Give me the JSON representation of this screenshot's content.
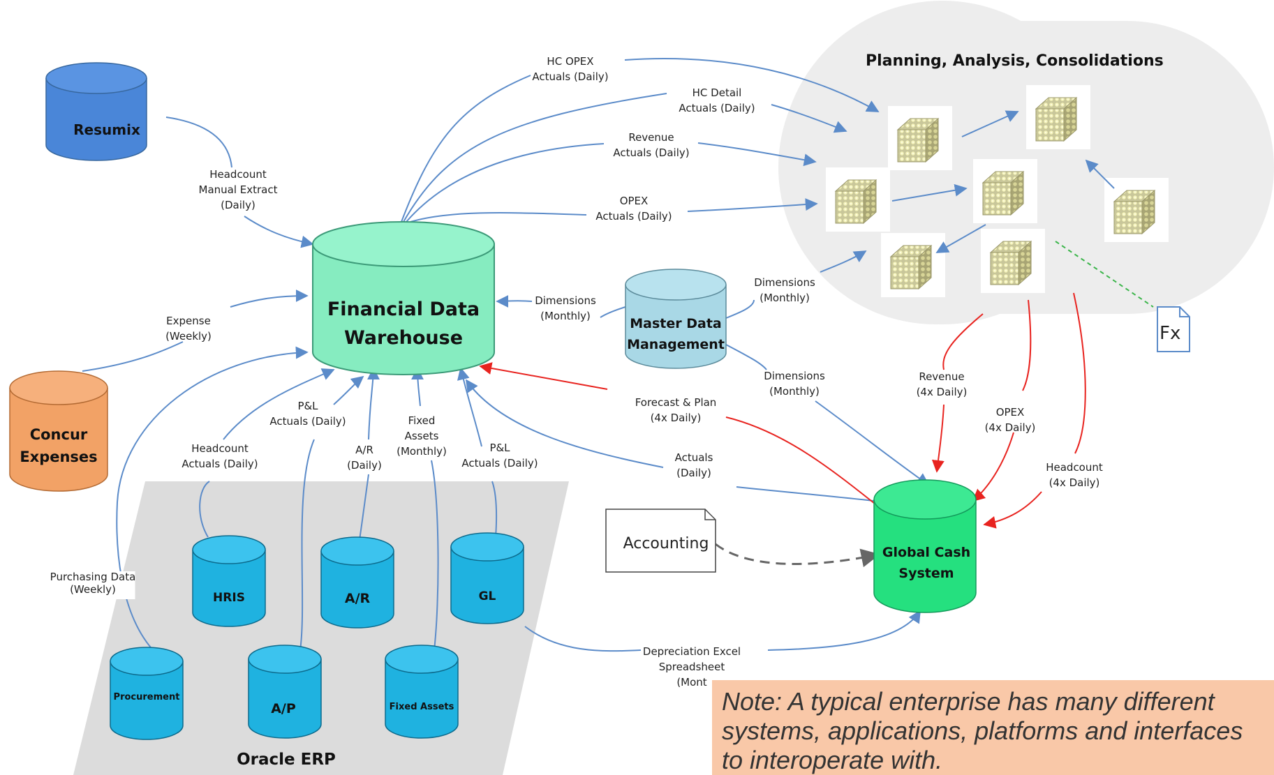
{
  "planning": {
    "title": "Planning, Analysis, Consolidations",
    "fx_label": "Fx"
  },
  "databases": {
    "resumix": "Resumix",
    "fdw_line1": "Financial Data",
    "fdw_line2": "Warehouse",
    "concur_line1": "Concur",
    "concur_line2": "Expenses",
    "mdm_line1": "Master Data",
    "mdm_line2": "Management",
    "gcs_line1": "Global Cash",
    "gcs_line2": "System",
    "hris": "HRIS",
    "ar": "A/R",
    "gl": "GL",
    "procurement": "Procurement",
    "ap": "A/P",
    "fixed_assets": "Fixed Assets"
  },
  "erp": {
    "title": "Oracle ERP"
  },
  "accounting": "Accounting",
  "labels": {
    "hc_opex": [
      "HC OPEX",
      "Actuals (Daily)"
    ],
    "hc_detail": [
      "HC Detail",
      "Actuals (Daily)"
    ],
    "revenue_actuals": [
      "Revenue",
      "Actuals (Daily)"
    ],
    "opex_actuals": [
      "OPEX",
      "Actuals (Daily)"
    ],
    "headcount_manual": [
      "Headcount",
      "Manual Extract",
      "(Daily)"
    ],
    "expense": [
      "Expense",
      "(Weekly)"
    ],
    "dims_fdw": [
      "Dimensions",
      "(Monthly)"
    ],
    "dims_planning": [
      "Dimensions",
      "(Monthly)"
    ],
    "dims_gcs": [
      "Dimensions",
      "(Monthly)"
    ],
    "forecast_plan": [
      "Forecast & Plan",
      "(4x Daily)"
    ],
    "actuals_daily": [
      "Actuals",
      "(Daily)"
    ],
    "revenue_4x": [
      "Revenue",
      "(4x Daily)"
    ],
    "opex_4x": [
      "OPEX",
      "(4x Daily)"
    ],
    "headcount_4x": [
      "Headcount",
      "(4x Daily)"
    ],
    "headcount_actuals": [
      "Headcount",
      "Actuals (Daily)"
    ],
    "pl_actuals_ap": [
      "P&L",
      "Actuals (Daily)"
    ],
    "ar_daily": [
      "A/R",
      "(Daily)"
    ],
    "fixed_assets_monthly": [
      "Fixed",
      "Assets",
      "(Monthly)"
    ],
    "pl_actuals_gl": [
      "P&L",
      "Actuals (Daily)"
    ],
    "purchasing": [
      "Purchasing Data",
      "(Weekly)"
    ],
    "depreciation": [
      "Depreciation Excel",
      "Spreadsheet",
      "(Mont"
    ]
  },
  "note": "Note: A typical enterprise has many different systems, applications, platforms and interfaces to interoperate with.",
  "colors": {
    "flow_blue": "#5b8bc9",
    "flow_red": "#e8231f",
    "flow_green_dashed": "#3bb54a",
    "flow_gray_dashed": "#666666",
    "fdw": "#86ecc0",
    "gcs": "#25e07f",
    "resumix": "#4a86d8",
    "concur": "#f2a266",
    "mdm": "#a9d8e6",
    "erp_db": "#1fb2e0",
    "planning_ellipse": "#ededed",
    "erp_panel": "#dcdcdc",
    "note_bg": "#f9c8a8"
  }
}
